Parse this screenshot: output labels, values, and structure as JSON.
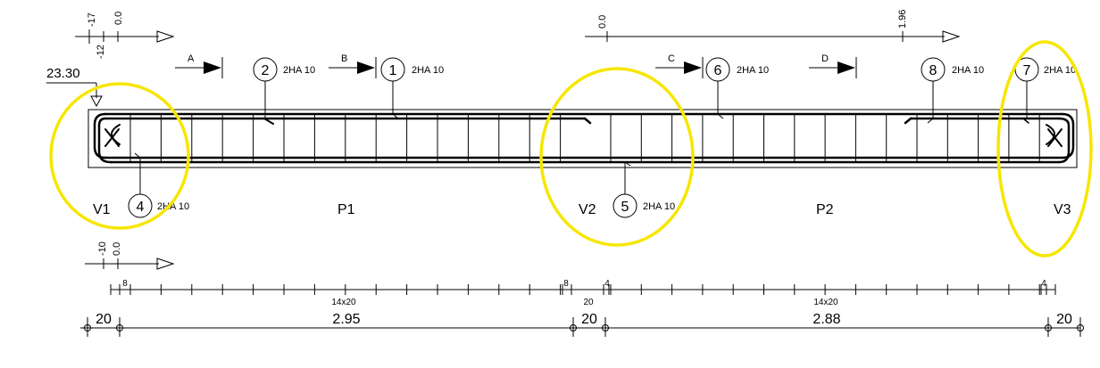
{
  "colors": {
    "ink": "#000000",
    "highlight": "#F7E600",
    "background": "#ffffff"
  },
  "levels": {
    "top_left": [
      "-17",
      "-12",
      "0.0"
    ],
    "top_right": [
      "0.0",
      "1.96"
    ],
    "bottom_left": [
      "-10",
      "0.0"
    ]
  },
  "elevation": "23.30",
  "sections": [
    "A",
    "B",
    "C",
    "D"
  ],
  "bars": [
    {
      "mark": "2",
      "label": "2HA 10"
    },
    {
      "mark": "1",
      "label": "2HA 10"
    },
    {
      "mark": "6",
      "label": "2HA 10"
    },
    {
      "mark": "8",
      "label": "2HA 10"
    },
    {
      "mark": "7",
      "label": "2HA 10"
    },
    {
      "mark": "4",
      "label": "2HA 10"
    },
    {
      "mark": "5",
      "label": "2HA 10"
    }
  ],
  "supports": [
    "V1",
    "V2",
    "V3"
  ],
  "spans": [
    "P1",
    "P2"
  ],
  "stirrup_dims": [
    "8",
    "14x20",
    "8",
    "20",
    "4",
    "14x20",
    "4"
  ],
  "main_dims": [
    "20",
    "2.95",
    "20",
    "2.88",
    "20"
  ]
}
